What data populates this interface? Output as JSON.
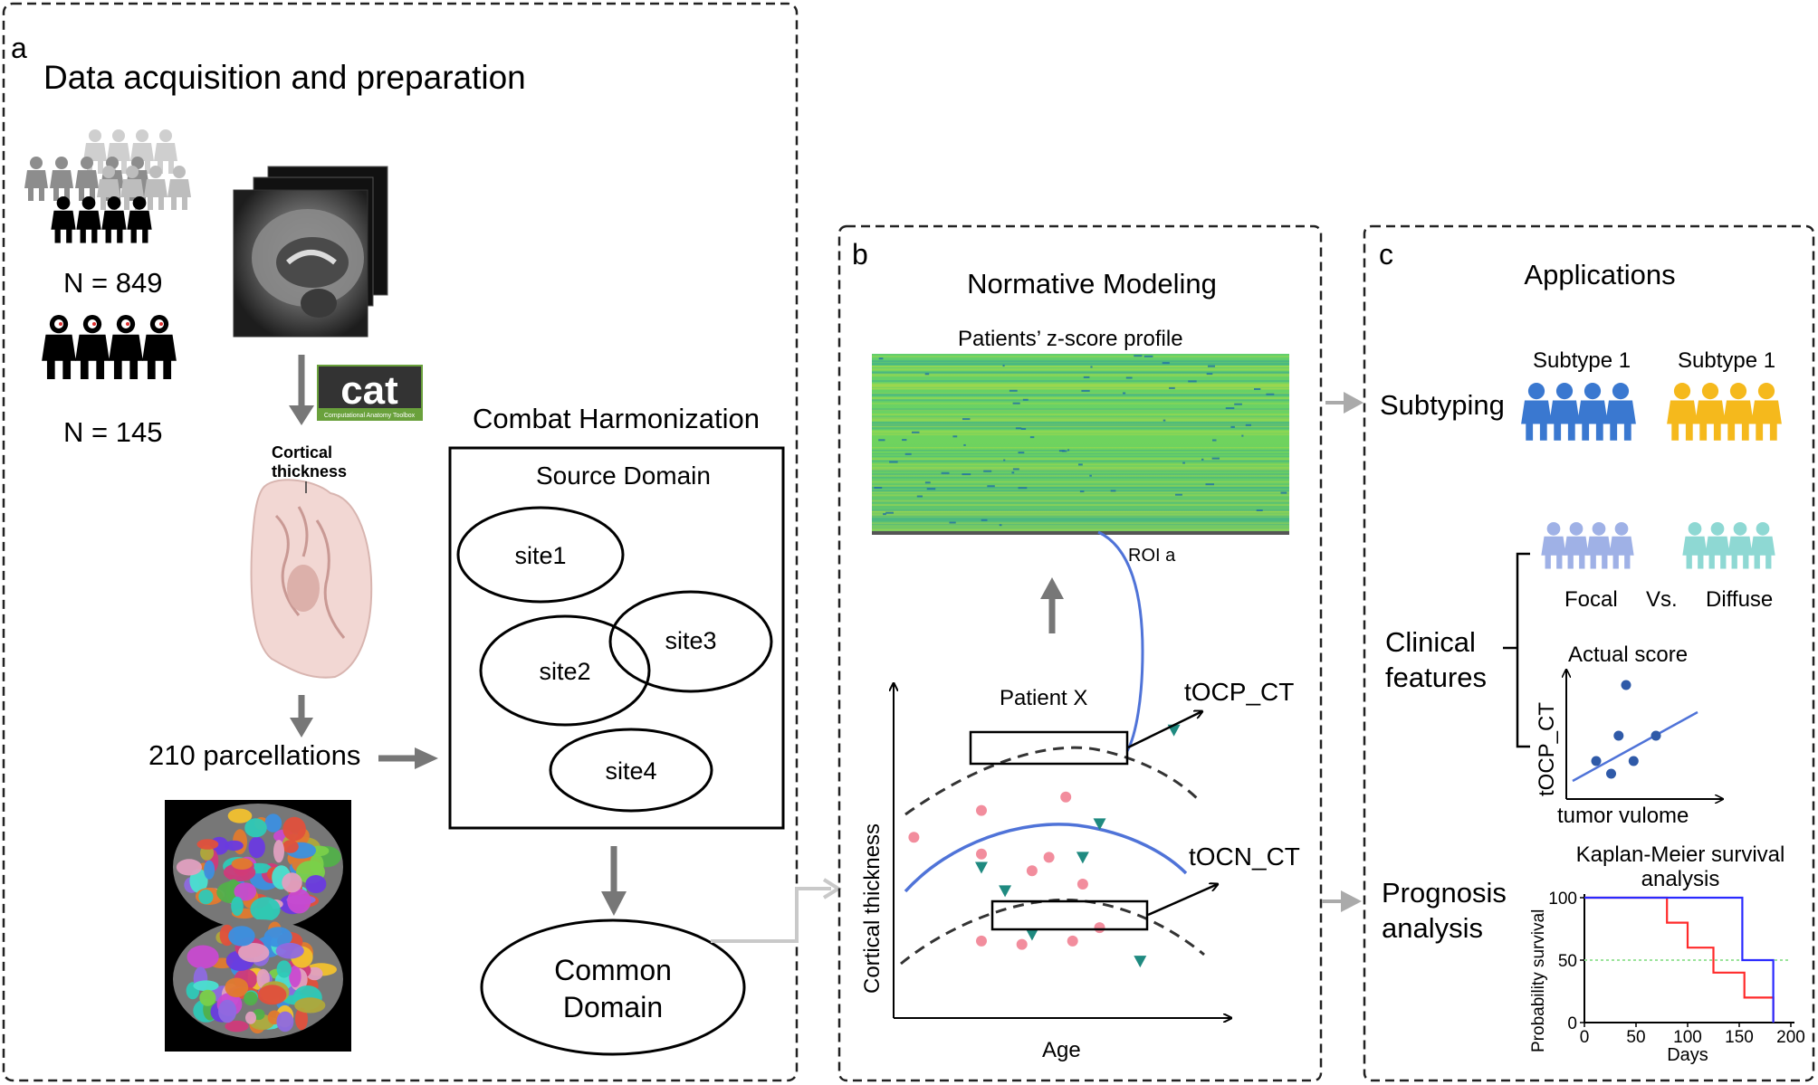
{
  "panel_a": {
    "letter": "a",
    "title": "Data acquisition and preparation",
    "group1_n": "N = 849",
    "group2_n": "N = 145",
    "cat_logo_text": "cat",
    "cat_logo_subtext": "Computational Anatomy Toolbox",
    "cortical_label_line1": "Cortical",
    "cortical_label_line2": "thickness",
    "parcellations": "210 parcellations",
    "combat_title": "Combat Harmonization",
    "source_domain": "Source Domain",
    "sites": [
      "site1",
      "site2",
      "site3",
      "site4"
    ],
    "common_domain_line1": "Common",
    "common_domain_line2": "Domain"
  },
  "panel_b": {
    "letter": "b",
    "title": "Normative Modeling",
    "heatmap_title": "Patients’ z-score profile",
    "roi_label": "ROI a",
    "patient_label": "Patient X",
    "tocp_label": "tOCP_CT",
    "tocn_label": "tOCN_CT",
    "ylabel": "Cortical thickness",
    "xlabel": "Age"
  },
  "panel_c": {
    "letter": "c",
    "title": "Applications",
    "subtyping": "Subtyping",
    "subtype_a": "Subtype 1",
    "subtype_b": "Subtype 1",
    "clinical_line1": "Clinical",
    "clinical_line2": "features",
    "focal": "Focal",
    "vs": "Vs.",
    "diffuse": "Diffuse",
    "actual_score": "Actual score",
    "scatter_ylabel": "tOCP_CT",
    "scatter_xlabel": "tumor vulome",
    "prognosis_line1": "Prognosis",
    "prognosis_line2": "analysis",
    "km_title_line1": "Kaplan-Meier survival",
    "km_title_line2": "analysis"
  },
  "chart_data": [
    {
      "type": "scatter",
      "xlabel": "Age",
      "ylabel": "Cortical thickness",
      "series": [
        {
          "values": [
            [
              0.06,
              0.54
            ],
            [
              0.26,
              0.62
            ],
            [
              0.26,
              0.49
            ],
            [
              0.41,
              0.44
            ],
            [
              0.51,
              0.66
            ],
            [
              0.46,
              0.48
            ],
            [
              0.56,
              0.4
            ],
            [
              0.61,
              0.27
            ],
            [
              0.26,
              0.23
            ],
            [
              0.38,
              0.22
            ],
            [
              0.53,
              0.23
            ]
          ]
        },
        {
          "values": [
            [
              0.26,
              0.45
            ],
            [
              0.33,
              0.38
            ],
            [
              0.41,
              0.25
            ],
            [
              0.56,
              0.48
            ],
            [
              0.61,
              0.58
            ],
            [
              0.73,
              0.17
            ],
            [
              0.83,
              0.86
            ]
          ]
        }
      ]
    },
    {
      "type": "scatter",
      "xlabel": "tumor vulome",
      "ylabel": "tOCP_CT",
      "values": [
        [
          0.2,
          0.3
        ],
        [
          0.3,
          0.2
        ],
        [
          0.35,
          0.5
        ],
        [
          0.4,
          0.9
        ],
        [
          0.45,
          0.3
        ],
        [
          0.6,
          0.5
        ]
      ]
    },
    {
      "type": "line",
      "title": "Kaplan-Meier survival analysis",
      "xlabel": "Days",
      "ylabel": "Probability survival",
      "xlim": [
        0,
        200
      ],
      "ylim": [
        0,
        100
      ],
      "xticks": [
        0,
        50,
        100,
        150,
        200
      ],
      "yticks": [
        0,
        50,
        100
      ],
      "reference_line": 50,
      "series": [
        {
          "color": "#ff2a2a",
          "x": [
            0,
            80,
            80,
            100,
            100,
            125,
            125,
            155,
            155,
            183,
            183
          ],
          "y": [
            100,
            100,
            80,
            80,
            60,
            60,
            40,
            40,
            20,
            20,
            0
          ]
        },
        {
          "color": "#2a2aff",
          "x": [
            0,
            153,
            153,
            183,
            183
          ],
          "y": [
            100,
            100,
            50,
            50,
            0
          ]
        }
      ]
    }
  ],
  "colors": {
    "heatmap_base": "#5cc870",
    "curve_blue": "#4f73d8",
    "dots_pink": "#f28d9d",
    "triangles_teal": "#1f8a80",
    "subtype_blue": "#3a78d0",
    "subtype_yellow": "#f5b91c",
    "focal_color": "#9fb1e6",
    "diffuse_color": "#8ed8d3",
    "arrow_gray": "#777777"
  }
}
